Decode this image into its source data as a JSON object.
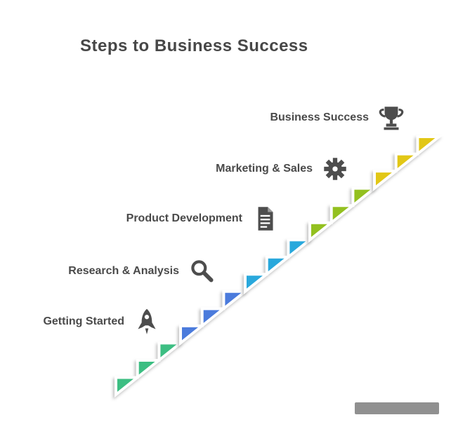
{
  "title": "Steps to Business Success",
  "steps": [
    {
      "label": "Getting Started",
      "color": "#3CBE82",
      "icon": "rocket-icon"
    },
    {
      "label": "Research & Analysis",
      "color": "#4B7BDC",
      "icon": "magnifier-icon"
    },
    {
      "label": "Product Development",
      "color": "#29A8DC",
      "icon": "document-icon"
    },
    {
      "label": "Marketing & Sales",
      "color": "#93C01F",
      "icon": "gear-icon"
    },
    {
      "label": "Business Success",
      "color": "#E2C716",
      "icon": "trophy-icon"
    }
  ],
  "colors": {
    "title_text": "#474747",
    "label_text": "#4a4a4a",
    "icon_ink": "#4d4d4d",
    "step_outline": "#ffffff",
    "watermark_bar": "#8a8a8a"
  }
}
